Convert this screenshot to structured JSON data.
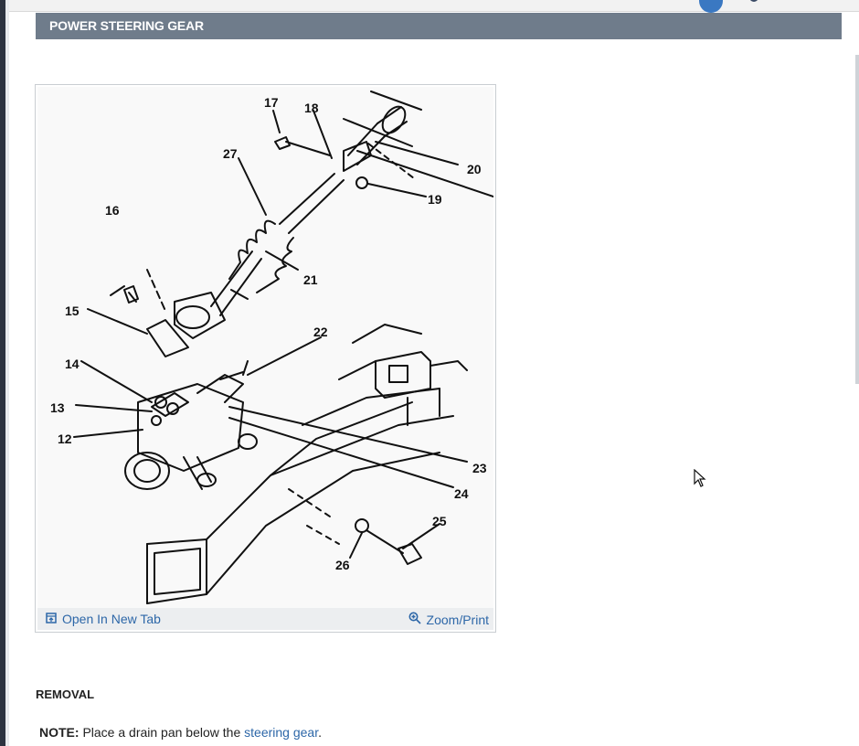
{
  "section_title": "POWER STEERING GEAR",
  "figure": {
    "callouts": [
      "12",
      "13",
      "14",
      "15",
      "16",
      "17",
      "18",
      "19",
      "20",
      "21",
      "22",
      "23",
      "24",
      "25",
      "26",
      "27"
    ],
    "open_tab_label": "Open In New Tab",
    "zoom_label": "Zoom/Print"
  },
  "removal_heading": "REMOVAL",
  "note": {
    "prefix": "NOTE:",
    "text_before": " Place a drain pan below the ",
    "link_text": "steering gear",
    "text_after": "."
  },
  "icons": [
    "open-new-tab-icon",
    "zoom-icon",
    "mouse-cursor-icon"
  ],
  "colors": {
    "header_bg": "#6f7c8b",
    "link": "#2d67a8"
  }
}
